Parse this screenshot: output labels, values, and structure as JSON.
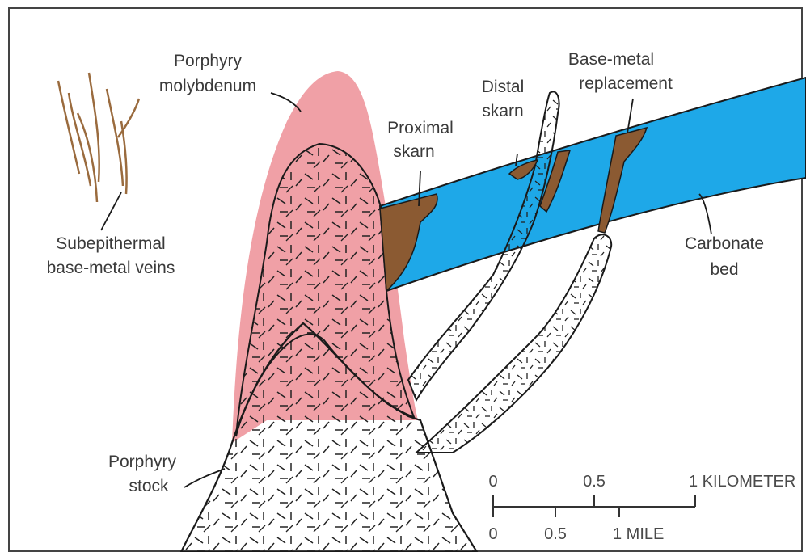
{
  "labels": {
    "porphyry_moly_1": "Porphyry",
    "porphyry_moly_2": "molybdenum",
    "proximal_1": "Proximal",
    "proximal_2": "skarn",
    "distal_1": "Distal",
    "distal_2": "skarn",
    "basemetal_1": "Base-metal",
    "basemetal_2": "replacement",
    "subepi_1": "Subepithermal",
    "subepi_2": "base-metal veins",
    "carbonate_1": "Carbonate",
    "carbonate_2": "bed",
    "stock_1": "Porphyry",
    "stock_2": "stock"
  },
  "scale_bar": {
    "km_0": "0",
    "km_mid": "0.5",
    "km_end": "1 KILOMETER",
    "mi_0": "0",
    "mi_mid": "0.5",
    "mi_end": "1 MILE"
  },
  "colors": {
    "porphyry_molybdenum": "#f0a0a6",
    "carbonate_bed": "#1ea8e8",
    "skarn_replacement": "#8b5a32",
    "vein": "#9a6b3e",
    "outline": "#1a1a1a"
  }
}
